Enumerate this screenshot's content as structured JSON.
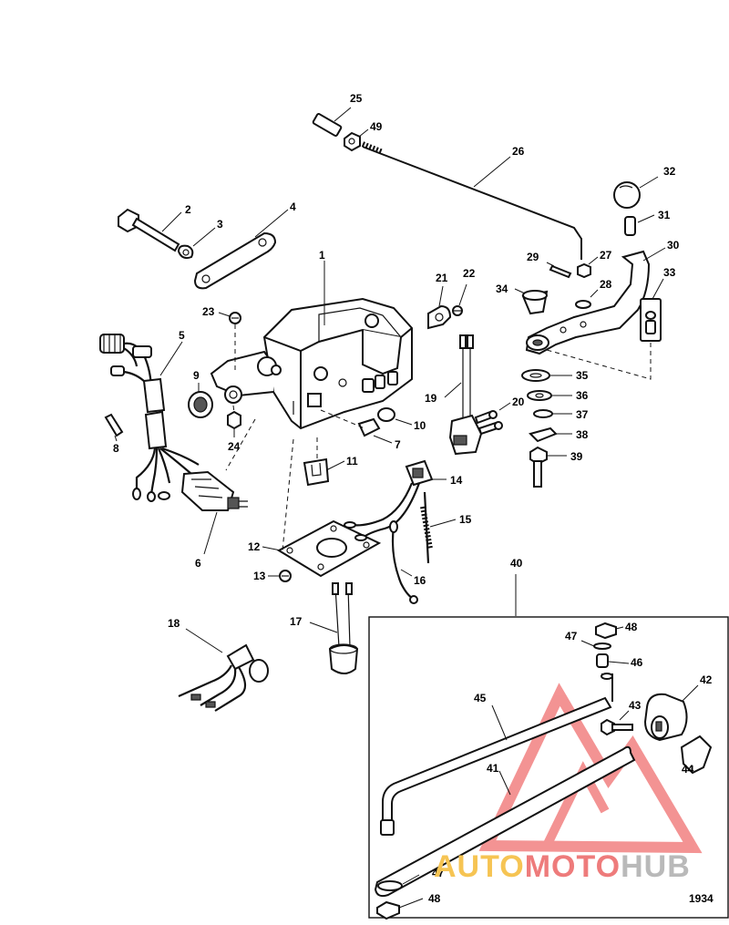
{
  "labels": {
    "p1": "1",
    "p2": "2",
    "p3": "3",
    "p4": "4",
    "p5": "5",
    "p6": "6",
    "p7": "7",
    "p8": "8",
    "p9": "9",
    "p10": "10",
    "p11": "11",
    "p12": "12",
    "p13": "13",
    "p14": "14",
    "p15": "15",
    "p16": "16",
    "p17": "17",
    "p18": "18",
    "p19": "19",
    "p20": "20",
    "p21": "21",
    "p22": "22",
    "p23": "23",
    "p24": "24",
    "p25": "25",
    "p26": "26",
    "p27": "27",
    "p28": "28",
    "p29": "29",
    "p30": "30",
    "p31": "31",
    "p32": "32",
    "p33": "33",
    "p34": "34",
    "p35": "35",
    "p36": "36",
    "p37": "37",
    "p38": "38",
    "p39": "39",
    "p40": "40",
    "p41": "41",
    "p42": "42",
    "p43": "43",
    "p44": "44",
    "p45": "45",
    "p46": "46",
    "p47a": "47",
    "p47b": "47",
    "p48a": "48",
    "p48b": "48",
    "p49": "49"
  },
  "figure_number": "1934",
  "watermark": {
    "part1": "AUTO",
    "part2": "MOTO",
    "part3": "HUB",
    "color_auto": "#f6c453",
    "color_moto": "#ee7b7b",
    "color_hub": "#b9b9b9",
    "logo_color": "#f07070"
  }
}
